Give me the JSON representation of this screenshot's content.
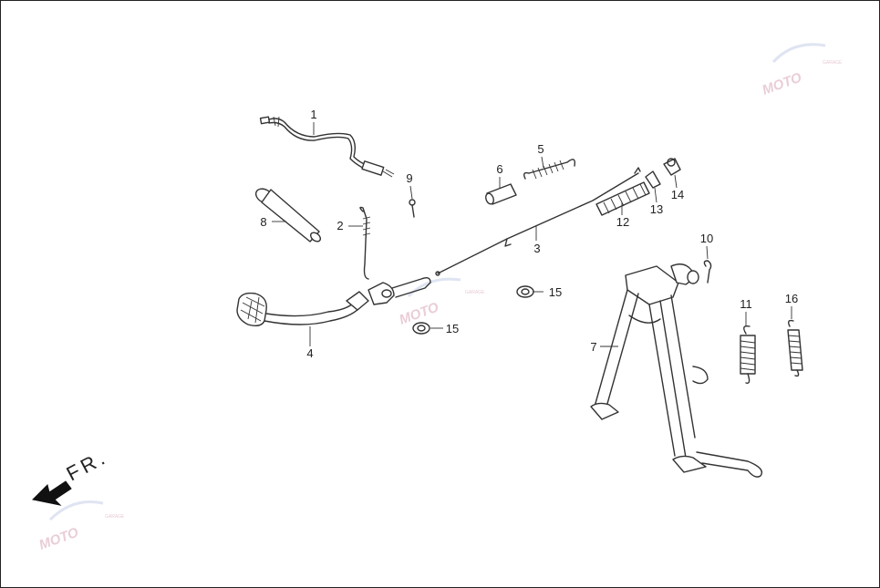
{
  "diagram": {
    "callouts": {
      "c1": "1",
      "c2": "2",
      "c3": "3",
      "c4": "4",
      "c5": "5",
      "c6": "6",
      "c7": "7",
      "c8": "8",
      "c9": "9",
      "c10": "10",
      "c11": "11",
      "c12": "12",
      "c13": "13",
      "c14": "14",
      "c15a": "15",
      "c15b": "15",
      "c16": "16"
    },
    "direction_label": "FR.",
    "watermark_text": "MOTO",
    "watermark_sub": "GARAGE"
  },
  "colors": {
    "line": "#333333",
    "background": "#ffffff",
    "watermark": "#d8a6b7"
  }
}
